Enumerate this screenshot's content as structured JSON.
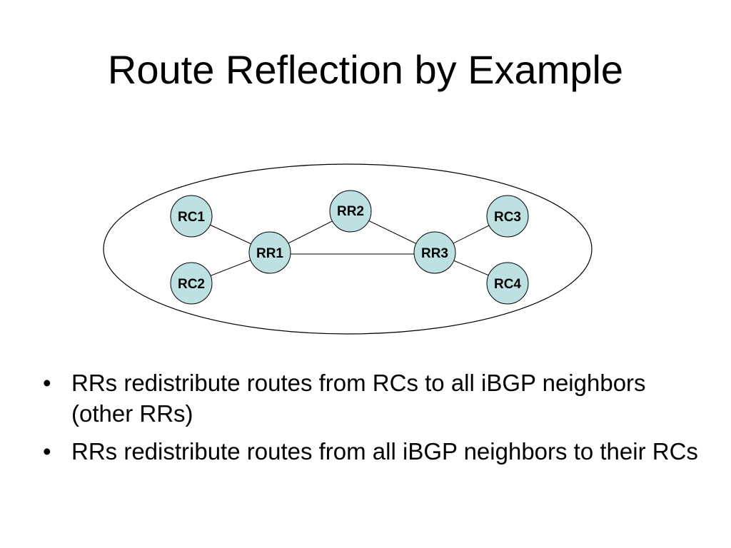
{
  "title": "Route Reflection by Example",
  "diagram": {
    "colors": {
      "node_fill": "#bde0e3",
      "stroke": "#000000"
    },
    "nodes": [
      {
        "id": "RC1",
        "label": "RC1"
      },
      {
        "id": "RC2",
        "label": "RC2"
      },
      {
        "id": "RR1",
        "label": "RR1"
      },
      {
        "id": "RR2",
        "label": "RR2"
      },
      {
        "id": "RR3",
        "label": "RR3"
      },
      {
        "id": "RC3",
        "label": "RC3"
      },
      {
        "id": "RC4",
        "label": "RC4"
      }
    ],
    "edges": [
      {
        "from": "RC1",
        "to": "RR1"
      },
      {
        "from": "RC2",
        "to": "RR1"
      },
      {
        "from": "RR1",
        "to": "RR2"
      },
      {
        "from": "RR1",
        "to": "RR3"
      },
      {
        "from": "RR2",
        "to": "RR3"
      },
      {
        "from": "RR3",
        "to": "RC3"
      },
      {
        "from": "RR3",
        "to": "RC4"
      }
    ]
  },
  "bullets": [
    {
      "mark": "•",
      "text": "RRs redistribute routes from RCs to all iBGP neighbors (other RRs)"
    },
    {
      "mark": "•",
      "text": "RRs redistribute routes from all iBGP neighbors to their RCs"
    }
  ]
}
